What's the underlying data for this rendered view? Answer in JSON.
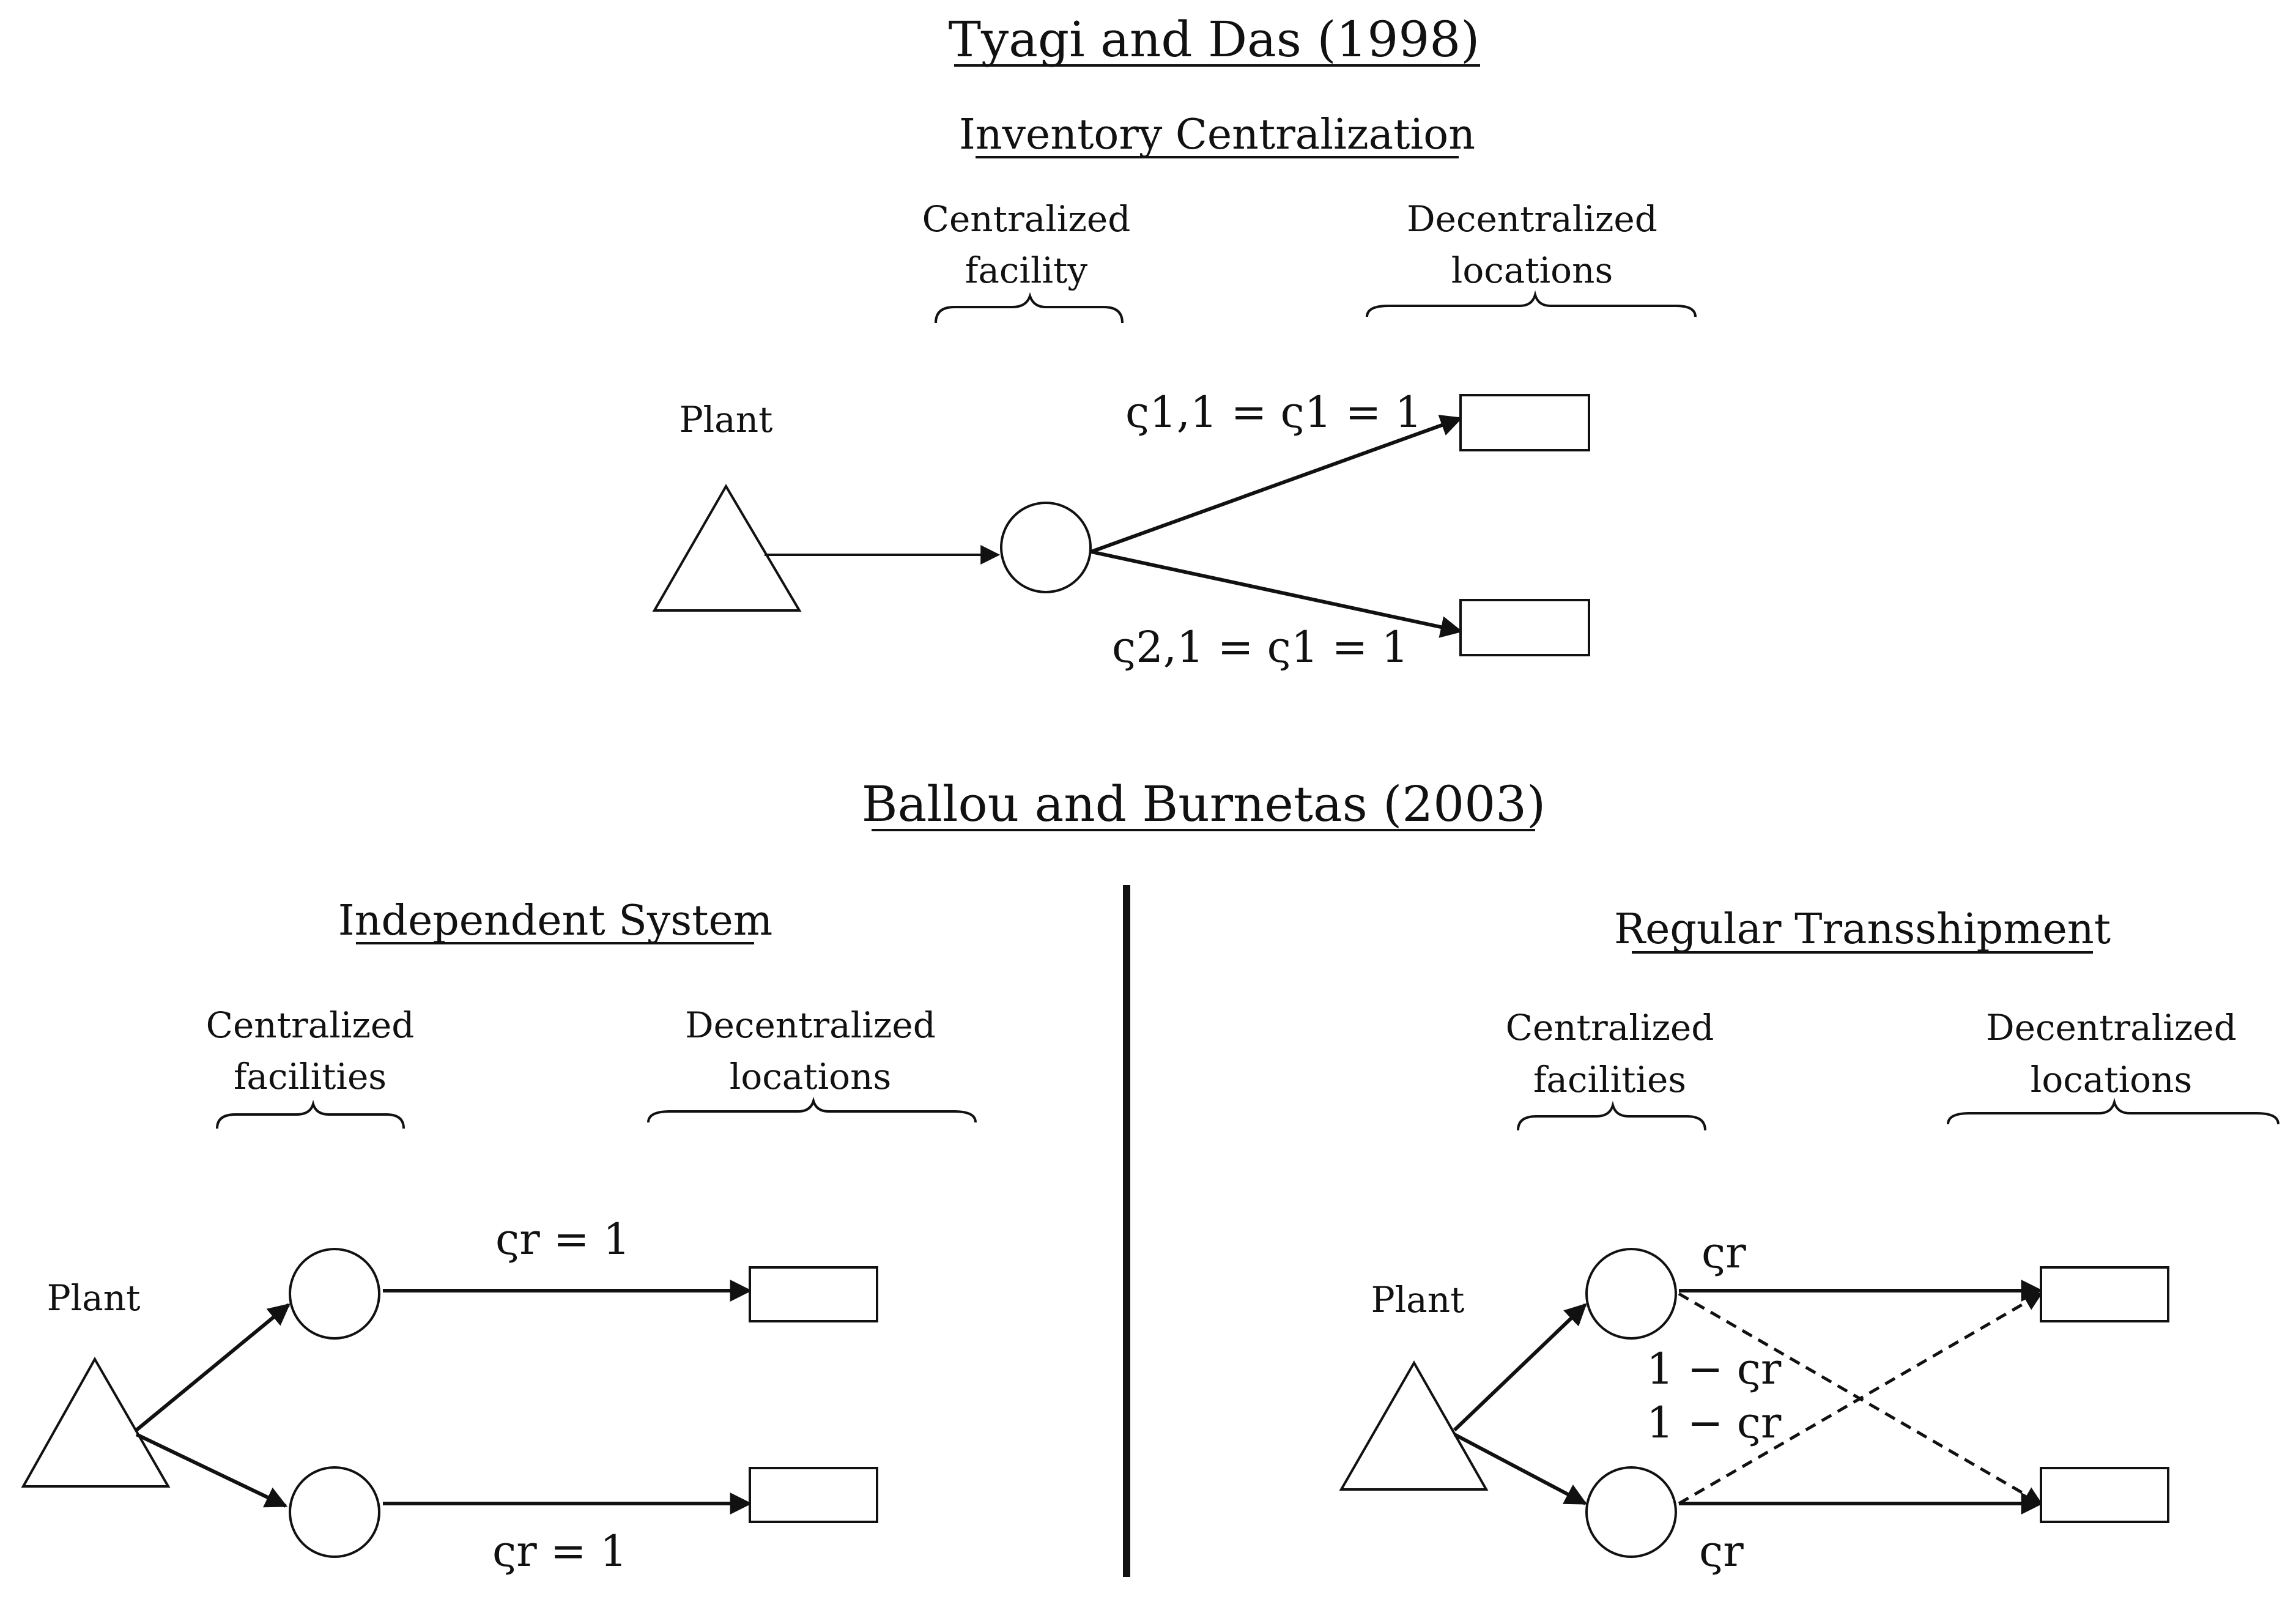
{
  "top": {
    "title": "Tyagi and Das (1998)",
    "subtitle": "Inventory Centralization",
    "centralized_label_1": "Centralized",
    "centralized_label_2": "facility",
    "decentralized_label_1": "Decentralized",
    "decentralized_label_2": "locations",
    "plant_label": "Plant",
    "upper_flow_label": "ς1,1 = ς1 = 1",
    "lower_flow_label": "ς2,1 = ς1 = 1"
  },
  "bottom": {
    "title": "Ballou and Burnetas (2003)",
    "left": {
      "subtitle": "Independent System",
      "centralized_label_1": "Centralized",
      "centralized_label_2": "facilities",
      "decentralized_label_1": "Decentralized",
      "decentralized_label_2": "locations",
      "plant_label": "Plant",
      "upper_flow_label": "ςr = 1",
      "lower_flow_label": "ςr = 1"
    },
    "right": {
      "subtitle": "Regular Transshipment",
      "centralized_label_1": "Centralized",
      "centralized_label_2": "facilities",
      "decentralized_label_1": "Decentralized",
      "decentralized_label_2": "locations",
      "plant_label": "Plant",
      "upper_flow_label": "ςr",
      "cross_label_1": "1 − ςr",
      "cross_label_2": "1 − ςr",
      "lower_flow_label": "ςr"
    }
  }
}
